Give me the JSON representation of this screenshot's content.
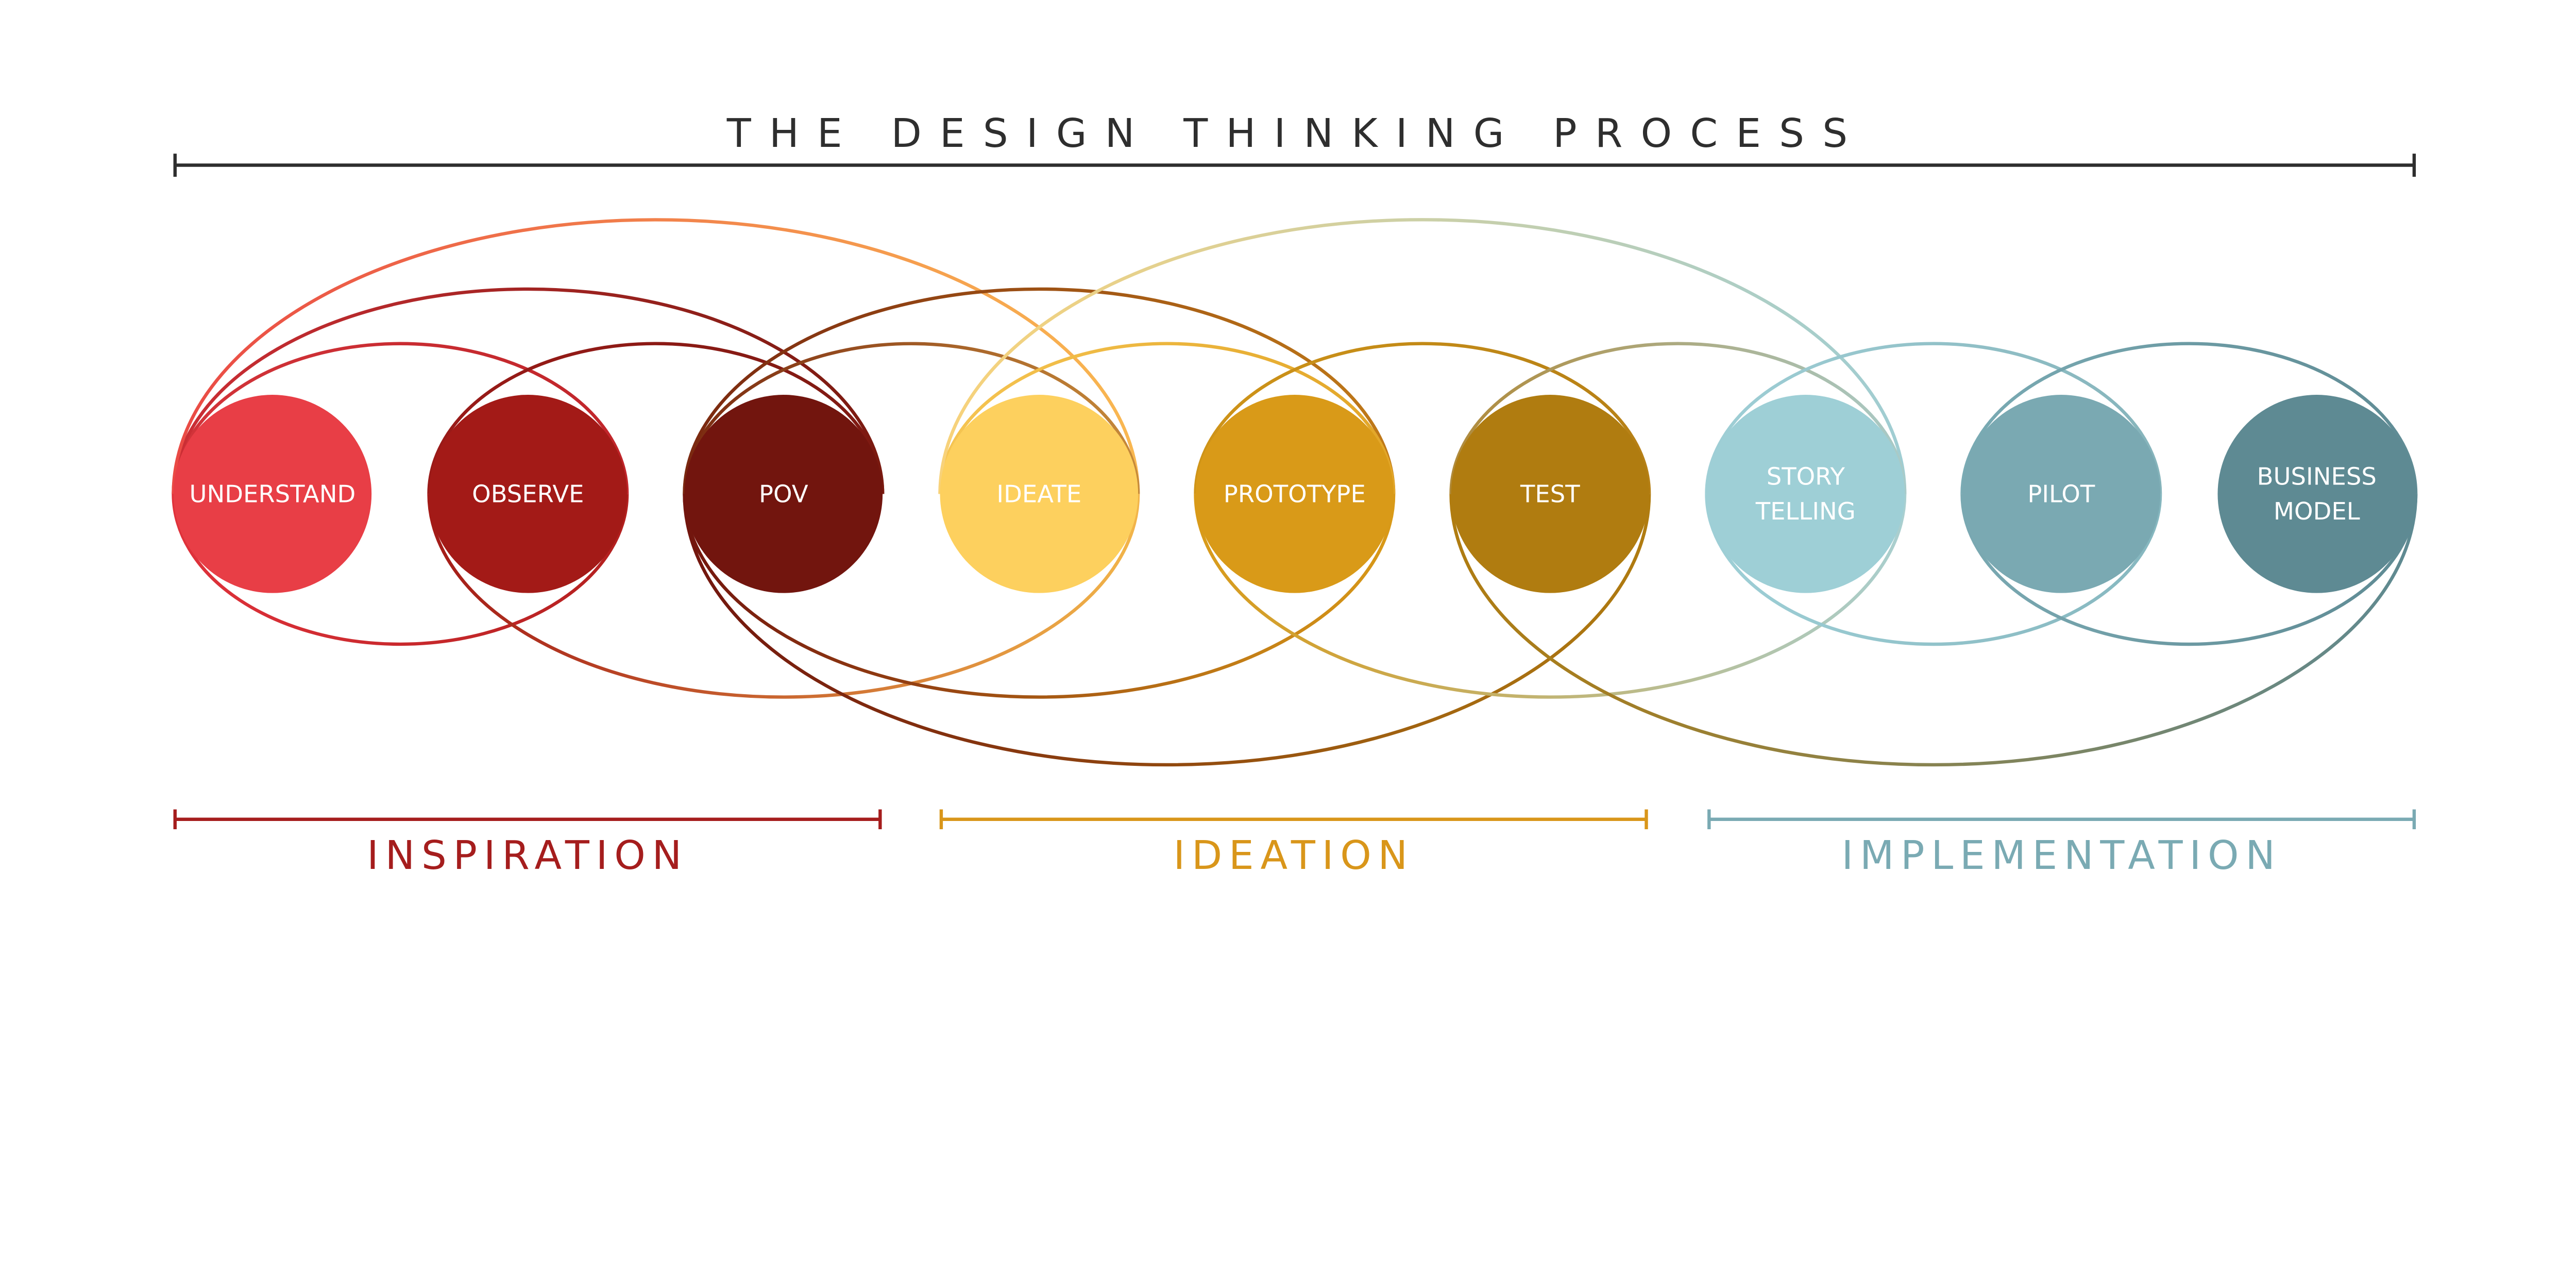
{
  "title": "THE DESIGN THINKING PROCESS",
  "title_color": "#2e2e2e",
  "stages": [
    {
      "lines": [
        "UNDERSTAND"
      ],
      "color": "#e83e46"
    },
    {
      "lines": [
        "OBSERVE"
      ],
      "color": "#a31a17"
    },
    {
      "lines": [
        "POV"
      ],
      "color": "#72150e"
    },
    {
      "lines": [
        "IDEATE"
      ],
      "color": "#fdd05e"
    },
    {
      "lines": [
        "PROTOTYPE"
      ],
      "color": "#d99a18"
    },
    {
      "lines": [
        "TEST"
      ],
      "color": "#b07c10"
    },
    {
      "lines": [
        "STORY",
        "TELLING"
      ],
      "color": "#9ecfd6"
    },
    {
      "lines": [
        "PILOT"
      ],
      "color": "#7aa9b2"
    },
    {
      "lines": [
        "BUSINESS",
        "MODEL"
      ],
      "color": "#5e8a93"
    }
  ],
  "phases": [
    {
      "label": "INSPIRATION",
      "color": "#a51d1d"
    },
    {
      "label": "IDEATION",
      "color": "#d9961a"
    },
    {
      "label": "IMPLEMENTATION",
      "color": "#7aaab3"
    }
  ]
}
